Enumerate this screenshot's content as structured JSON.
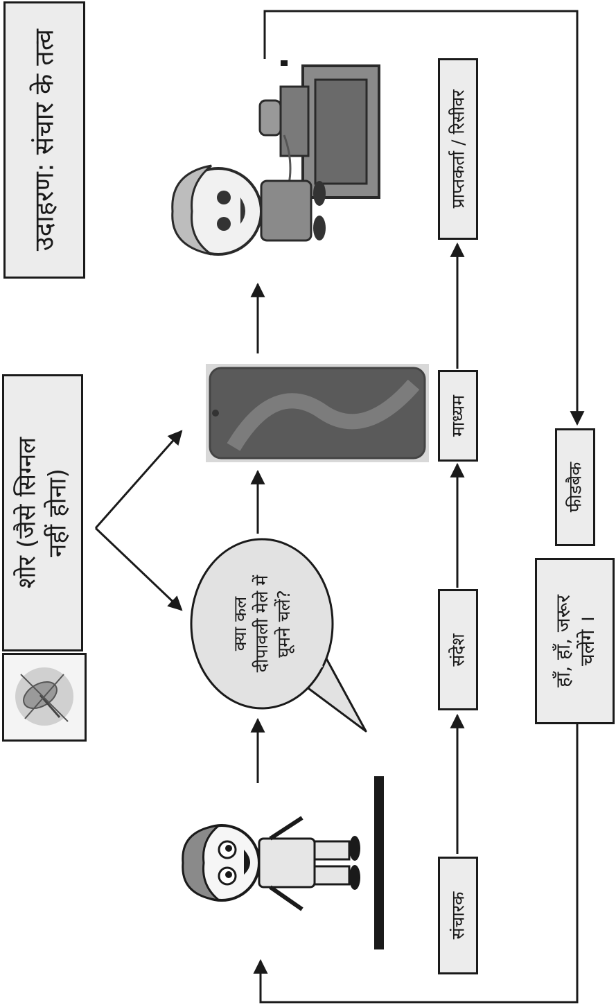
{
  "heading": "उदाहरण: संचार के तत्व",
  "noise": {
    "line1": "शोर (जैसे सिग्नल",
    "line2": "नहीं होना)",
    "icon": "satellite-dish-no-signal-icon"
  },
  "speech_bubble": {
    "line1": "क्या कल",
    "line2": "दीपावली मेले में",
    "line3": "घूमने चलें?"
  },
  "reply": {
    "line1": "हाँ, हाँ, जरूर",
    "line2": "चलेंगे ।"
  },
  "flow_labels": {
    "sender": "संचारक",
    "message": "संदेश",
    "medium": "माध्यम",
    "receiver": "प्राप्तकर्ता / रिसीवर",
    "feedback": "फीडबैक"
  },
  "illustrations": {
    "sender": "boy-speaking-illustration",
    "medium": "smartphone-illustration",
    "receiver": "boy-on-telephone-illustration"
  },
  "colors": {
    "line": "#1a1a1a",
    "box_fill": "#ececec"
  }
}
